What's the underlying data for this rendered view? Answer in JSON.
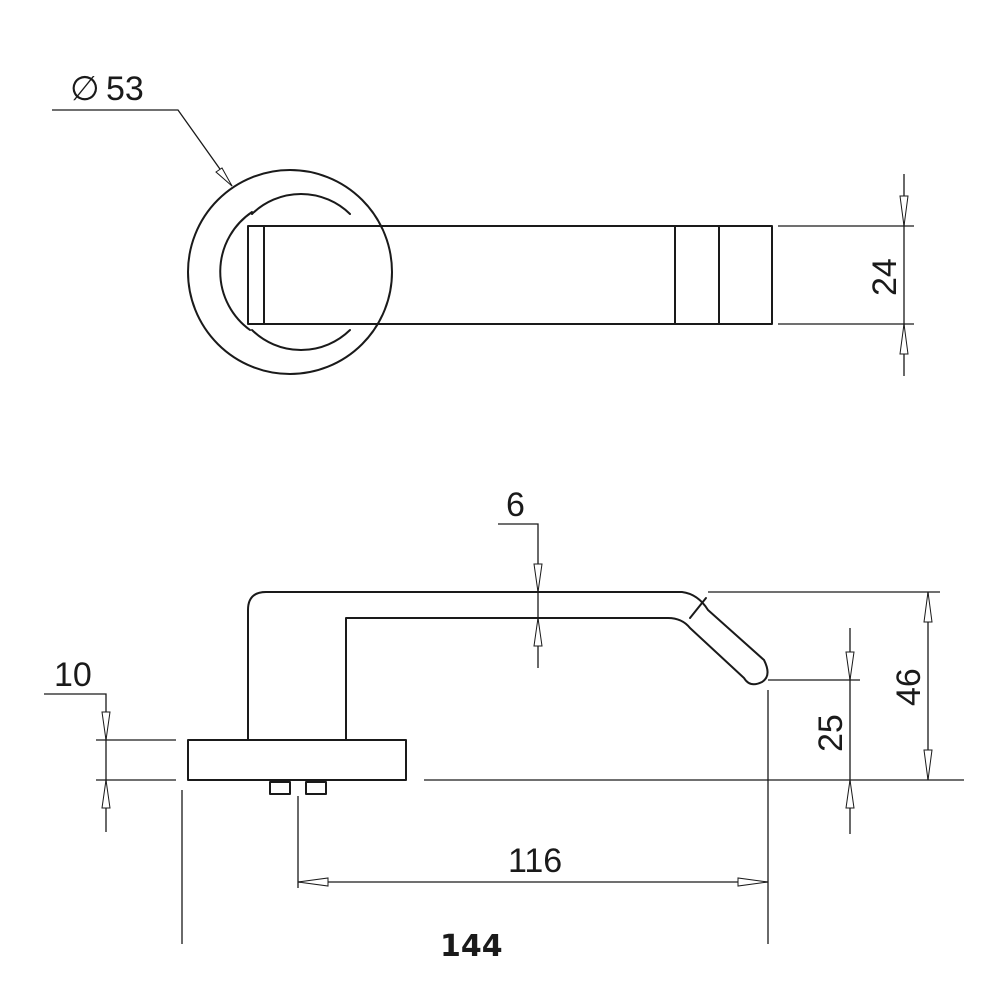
{
  "top_view": {
    "rose_diameter_label": "53",
    "diameter_symbol": "∅",
    "lever_width_label": "24"
  },
  "side_view": {
    "lever_thickness_label": "6",
    "rose_thickness_label": "10",
    "tip_height_label": "25",
    "total_height_label": "46",
    "projection_label": "116",
    "overall_length_label": "144"
  }
}
